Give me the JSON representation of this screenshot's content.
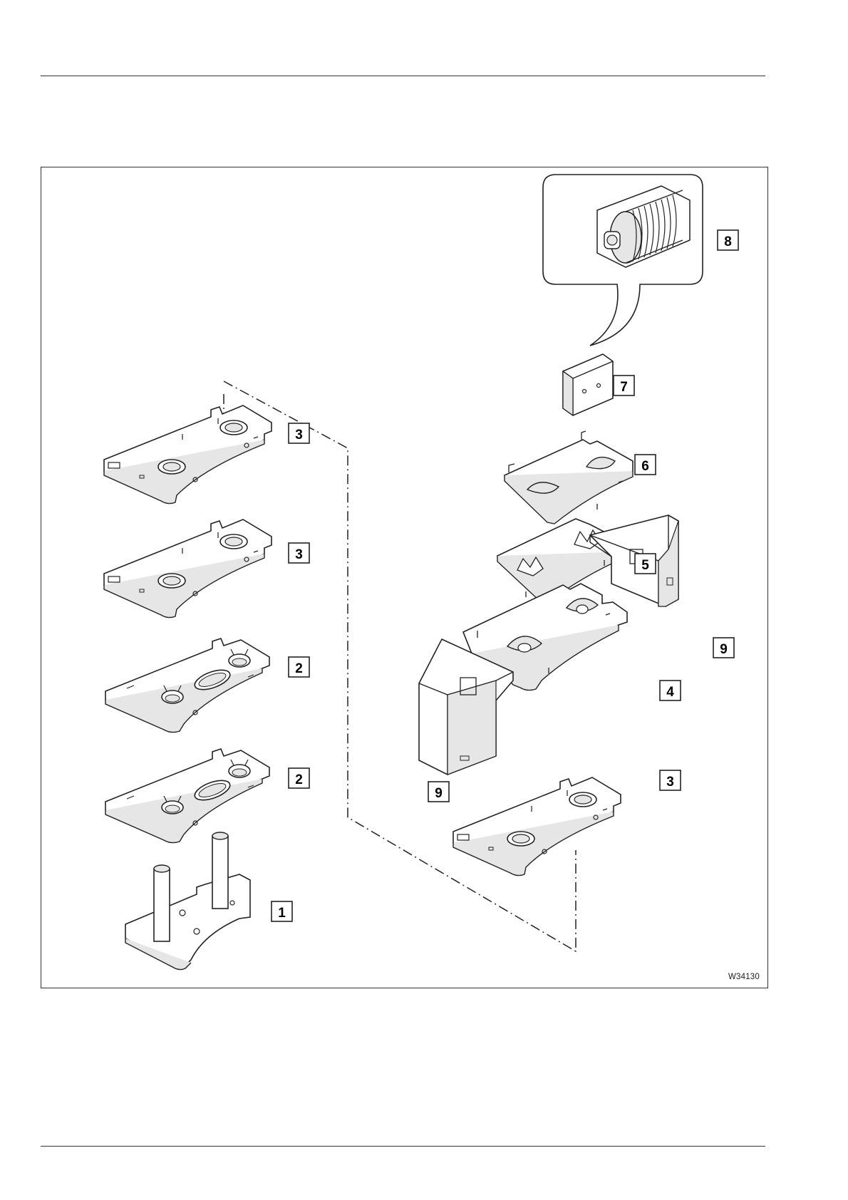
{
  "figure": {
    "code": "W34130",
    "callouts": [
      "1",
      "2",
      "2",
      "3",
      "3",
      "3",
      "4",
      "5",
      "6",
      "7",
      "8",
      "9",
      "9"
    ],
    "parts": [
      {
        "callout": "1",
        "depicts": "base plate with two guide posts"
      },
      {
        "callout": "2",
        "depicts": "counterweight plate with oval centre cut-out"
      },
      {
        "callout": "3",
        "depicts": "counterweight plate with two round sockets"
      },
      {
        "callout": "4",
        "depicts": "counterweight plate with winged locks"
      },
      {
        "callout": "5",
        "depicts": "plate with locking claws"
      },
      {
        "callout": "6",
        "depicts": "adapter plate"
      },
      {
        "callout": "7",
        "depicts": "small block"
      },
      {
        "callout": "8",
        "depicts": "winch drum"
      },
      {
        "callout": "9",
        "depicts": "wedge-shaped side block"
      }
    ]
  },
  "colors": {
    "line": "#222222",
    "fill": "#ffffff",
    "shade": "#e6e6e6"
  }
}
